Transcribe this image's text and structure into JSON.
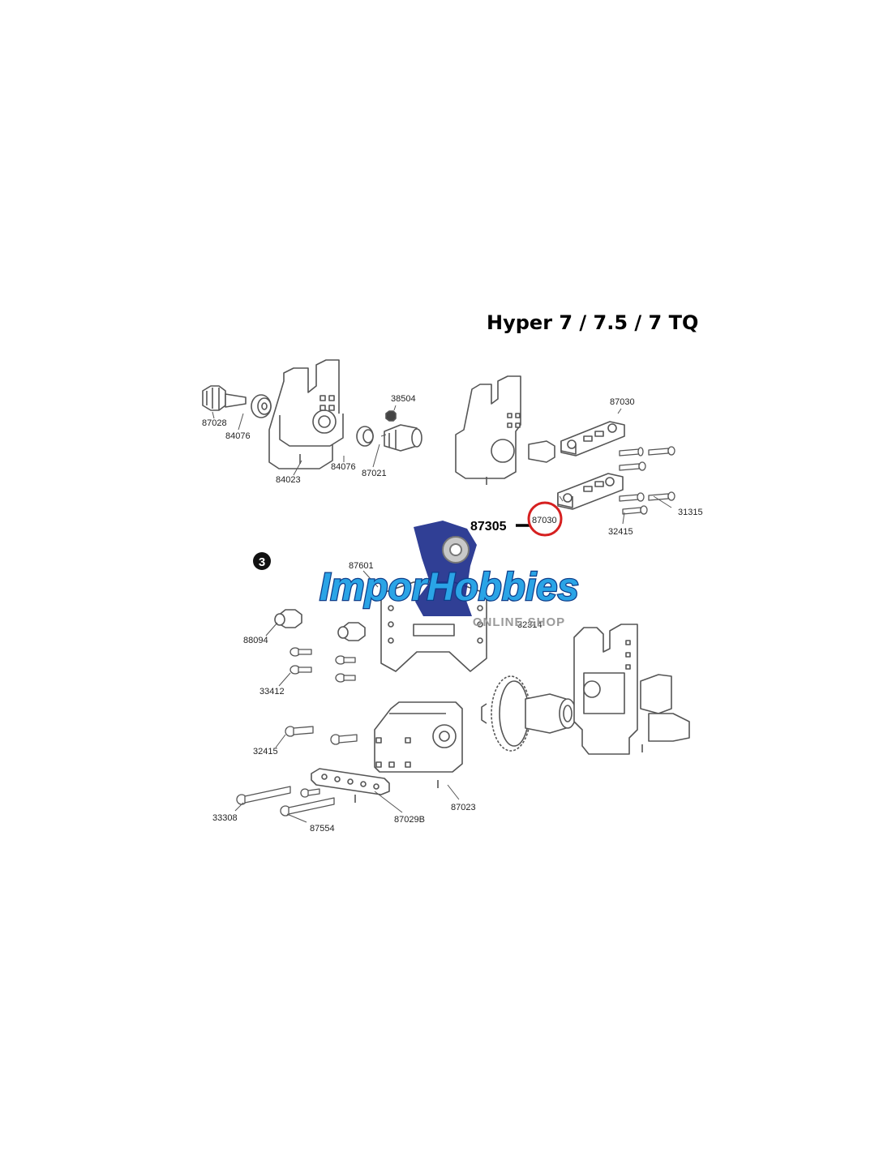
{
  "title": "Hyper 7 / 7.5 / 7 TQ",
  "step_number": "3",
  "callout": {
    "label": "87305",
    "highlighted_part": "87030"
  },
  "watermark": {
    "brand": "ImporHobbies",
    "tagline": "ONLINE SHOP"
  },
  "parts": {
    "p87028": "87028",
    "p84076a": "84076",
    "p84023": "84023",
    "p84076b": "84076",
    "p87021": "87021",
    "p38504": "38504",
    "p87030top": "87030",
    "p31315": "31315",
    "p32415top": "32415",
    "p87601": "87601",
    "p32314": "32314",
    "p88094": "88094",
    "p33412": "33412",
    "p32415bot": "32415",
    "p33308": "33308",
    "p87554": "87554",
    "p87029b": "87029B",
    "p87023": "87023"
  },
  "colors": {
    "line": "#555555",
    "highlight": "#d62020",
    "watermark_fill": "#2aa4e6",
    "watermark_dark": "#1a2a8a",
    "watermark_text": "#9a9a9a"
  }
}
